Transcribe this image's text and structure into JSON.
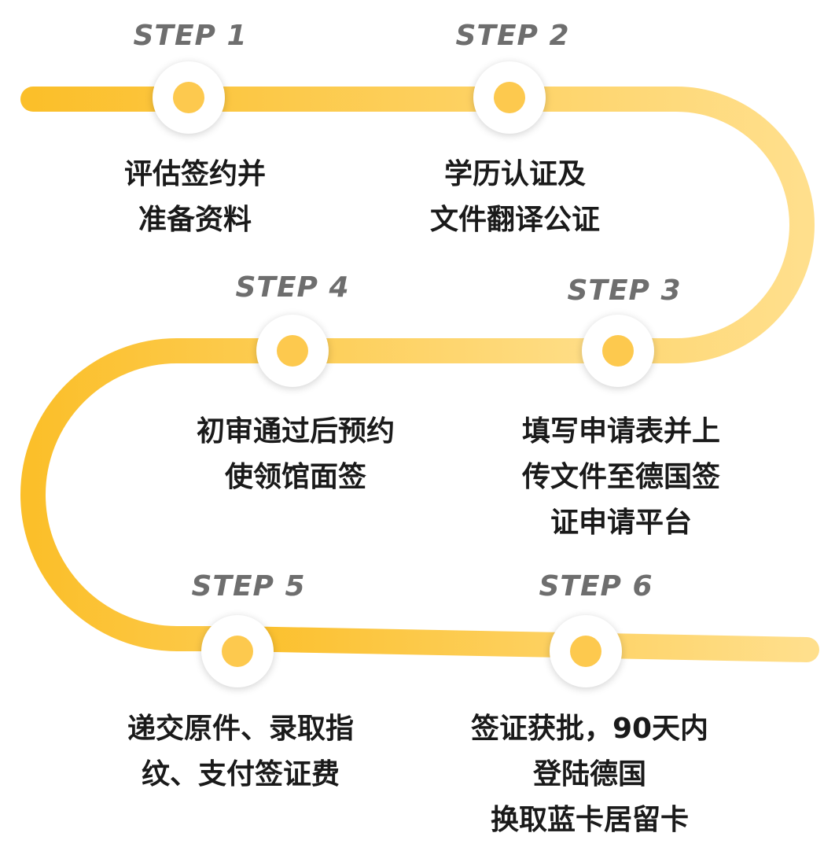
{
  "steps": [
    {
      "label": "STEP 1",
      "desc": [
        "评估签约并",
        "准备资料"
      ]
    },
    {
      "label": "STEP 2",
      "desc": [
        "学历认证及",
        "文件翻译公证"
      ]
    },
    {
      "label": "STEP 3",
      "desc": [
        "填写申请表并上",
        "传文件至德国签",
        "证申请平台"
      ]
    },
    {
      "label": "STEP 4",
      "desc": [
        "初审通过后预约",
        "使领馆面签"
      ]
    },
    {
      "label": "STEP 5",
      "desc": [
        "递交原件、录取指",
        "纹、支付签证费"
      ]
    },
    {
      "label": "STEP 6",
      "desc": [
        "签证获批，90天内",
        "登陆德国",
        "换取蓝卡居留卡"
      ]
    }
  ],
  "colors": {
    "track_dark": "#fbbf2a",
    "track_light": "#ffdf8c",
    "dot": "#fdc94e",
    "label": "#6e6e6e",
    "text": "#1a1a1a"
  }
}
